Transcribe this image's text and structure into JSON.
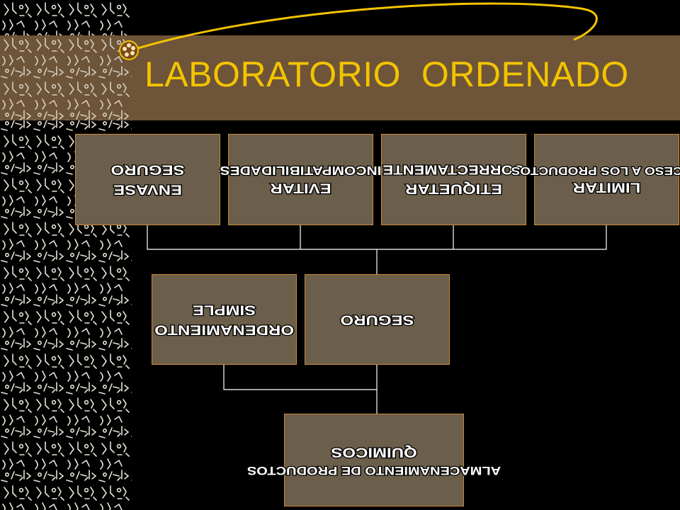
{
  "slide": {
    "title": "LABORATORIO  ORDENADO"
  },
  "diagram": {
    "top_row": [
      {
        "line1": "ENVASE",
        "line2": "SEGURO"
      },
      {
        "line1": "EVITAR",
        "line2": "INCOMPATIBILIDADES"
      },
      {
        "line1": "ETIQUETAR",
        "line2": "CORRECTAMENTE"
      },
      {
        "line1": "LIMITAR",
        "line2": "ACCESO A LOS PRODUCTOS"
      }
    ],
    "middle_row": [
      {
        "line1": "ORDENAMIENTO",
        "line2": "SIMPLE"
      },
      {
        "line1": "SEGURO",
        "line2": ""
      }
    ],
    "root": {
      "line1": "ALMACENAMIENTO DE PRODUCTOS",
      "line2": "QUIMICOS"
    }
  },
  "colors": {
    "title": "#f2c400",
    "band": "#6e5438",
    "box_fill": "#6b5e4a",
    "box_border": "#c98a3a",
    "connector": "#ffffff",
    "arc": "#f2c400"
  }
}
